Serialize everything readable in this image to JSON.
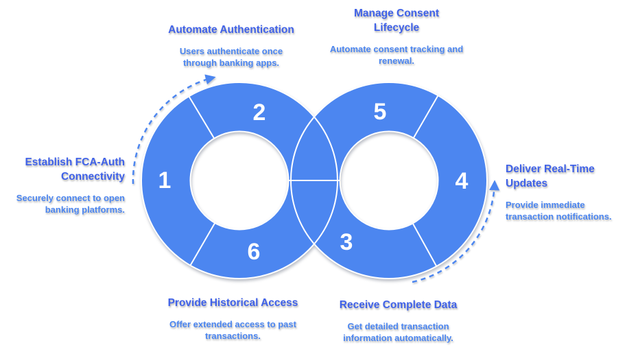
{
  "diagram": {
    "kind": "infinity-loop-cycle-infographic",
    "colors": {
      "ring_fill": "#4C86F0",
      "ring_edge": "#FFFFFF",
      "number_text": "#FFFFFF",
      "title_text": "#4062E8",
      "description_text": "#4C86F0",
      "flow_arrow": "#4C86F0"
    },
    "steps": [
      {
        "number": "1",
        "title": "Establish FCA-Auth Connectivity",
        "title_lines": [
          "Establish FCA-Auth",
          "Connectivity"
        ],
        "description": "Securely connect to open banking platforms.",
        "description_lines": [
          "Securely connect to open",
          "banking platforms."
        ]
      },
      {
        "number": "2",
        "title": "Automate Authentication",
        "title_lines": [
          "Automate Authentication"
        ],
        "description": "Users authenticate once through banking apps.",
        "description_lines": [
          "Users authenticate once",
          "through banking apps."
        ]
      },
      {
        "number": "3",
        "title": "Receive Complete Data",
        "title_lines": [
          "Receive Complete Data"
        ],
        "description": "Get detailed transaction information automatically.",
        "description_lines": [
          "Get detailed transaction",
          "information automatically."
        ]
      },
      {
        "number": "4",
        "title": "Deliver Real-Time Updates",
        "title_lines": [
          "Deliver Real-Time",
          "Updates"
        ],
        "description": "Provide immediate transaction notifications.",
        "description_lines": [
          "Provide immediate",
          "transaction notifications."
        ]
      },
      {
        "number": "5",
        "title": "Manage Consent Lifecycle",
        "title_lines": [
          "Manage Consent",
          "Lifecycle"
        ],
        "description": "Automate consent tracking and renewal.",
        "description_lines": [
          "Automate consent tracking and",
          "renewal."
        ]
      },
      {
        "number": "6",
        "title": "Provide Historical Access",
        "title_lines": [
          "Provide Historical Access"
        ],
        "description": "Offer extended access to past transactions.",
        "description_lines": [
          "Offer extended access to past",
          "transactions."
        ]
      }
    ]
  }
}
